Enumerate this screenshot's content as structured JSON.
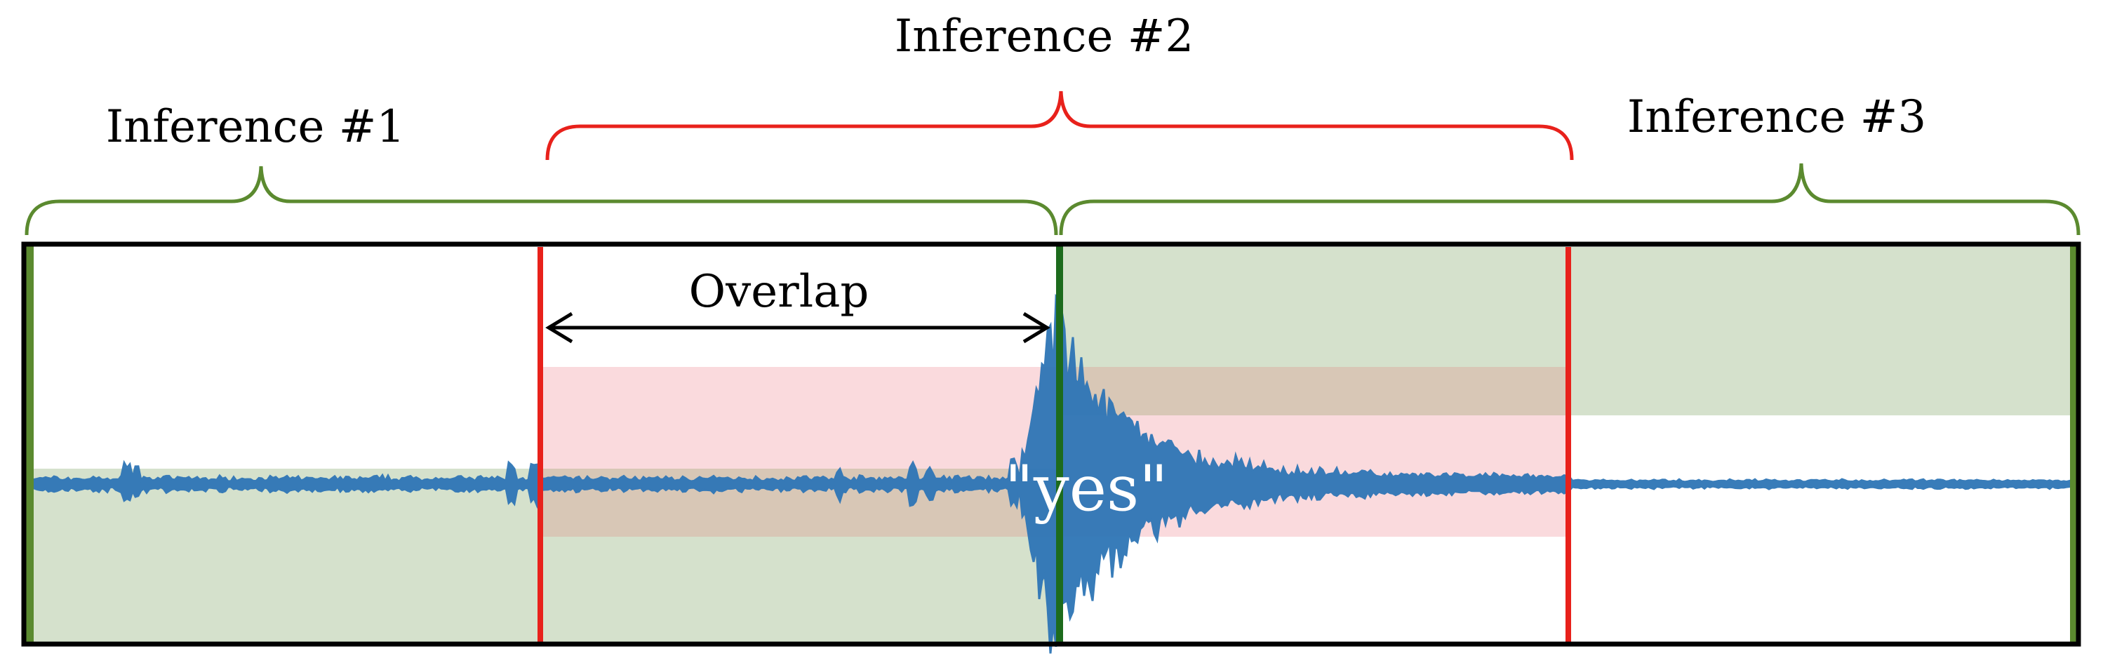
{
  "labels": {
    "inference_1": "Inference #1",
    "inference_2": "Inference #2",
    "inference_3": "Inference #3",
    "overlap": "Overlap",
    "keyword": "\"yes\""
  },
  "colors": {
    "green_window": "#5b8a2f",
    "red_window": "#e8211b",
    "green_fill": "#d5e1cc",
    "red_fill": "#fadadd",
    "overlap_fill": "#d8c7b6",
    "waveform": "#2e75b6",
    "frame": "#000000",
    "keyword_text": "#ffffff"
  }
}
